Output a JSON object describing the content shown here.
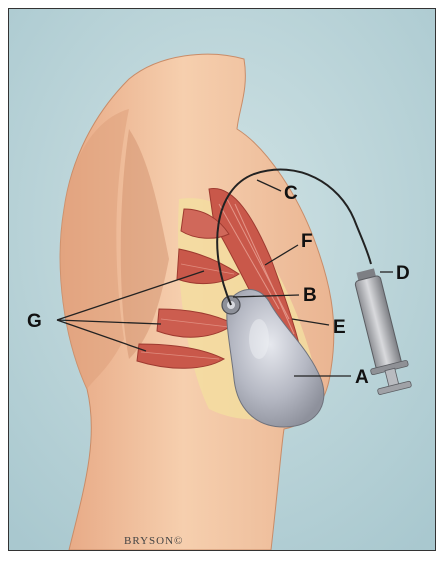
{
  "labels": {
    "a": "A",
    "b": "B",
    "c": "C",
    "d": "D",
    "e": "E",
    "f": "F",
    "g": "G"
  },
  "signature": "BRYSON©",
  "colors": {
    "background": "#b8d2d8",
    "skin": "#f0c09a",
    "skin_shadow": "#d99a74",
    "muscle": "#c9584a",
    "muscle_dark": "#9e3a30",
    "fat": "#f3dda0",
    "implant": "#b9bcc6",
    "implant_highlight": "#dde0e6",
    "syringe": "#a9abb0",
    "tube": "#222222"
  }
}
